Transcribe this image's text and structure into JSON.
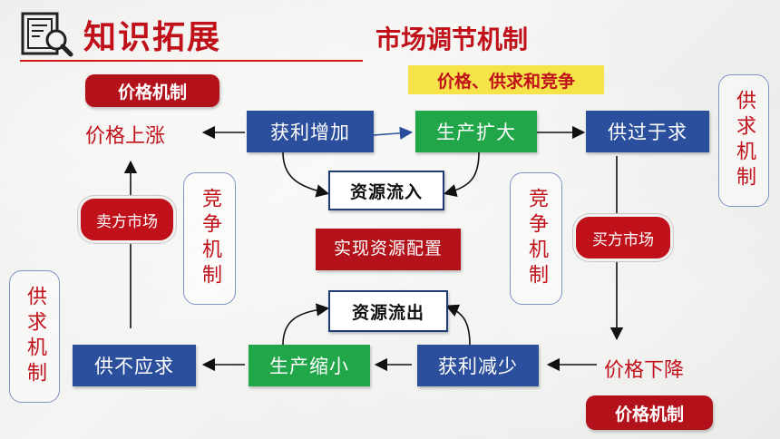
{
  "header": {
    "section_title": "知识拓展",
    "main_title": "市场调节机制",
    "subtitle": "价格、供求和竞争",
    "icon": "document-search-icon"
  },
  "labels": {
    "price_mechanism_top": "价格机制",
    "price_mechanism_bottom": "价格机制",
    "price_rise": "价格上涨",
    "price_fall": "价格下降",
    "sellers_market": "卖方市场",
    "buyers_market": "买方市场",
    "competition_left": "竞争机制",
    "competition_right": "竞争机制",
    "supply_demand_left": "供求机制",
    "supply_demand_right": "供求机制"
  },
  "boxes": {
    "profit_increase": "获利增加",
    "production_expand": "生产扩大",
    "supply_exceeds": "供过于求",
    "resource_inflow": "资源流入",
    "resource_allocation": "实现资源配置",
    "resource_outflow": "资源流出",
    "supply_shortage": "供不应求",
    "production_shrink": "生产缩小",
    "profit_decrease": "获利减少"
  },
  "colors": {
    "blue_box": "#2b4f9c",
    "green_box": "#22a64a",
    "dark_red": "#b3121b",
    "title_red": "#c0101a",
    "subtitle_bg": "#f6e34a"
  }
}
